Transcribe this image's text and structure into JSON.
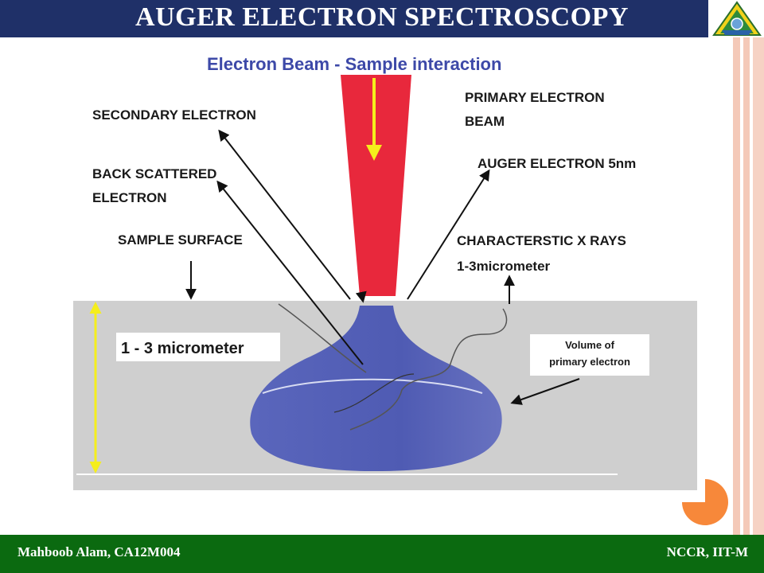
{
  "header": {
    "title": "AUGER  ELECTRON SPECTROSCOPY"
  },
  "diagram": {
    "heading": "Electron Beam - Sample interaction",
    "labels": {
      "secondary_electron": "SECONDARY ELECTRON",
      "back_scattered_1": "BACK SCATTERED",
      "back_scattered_2": "ELECTRON",
      "sample_surface": "SAMPLE SURFACE",
      "primary_beam_1": "PRIMARY ELECTRON",
      "primary_beam_2": "BEAM",
      "auger_electron": "AUGER ELECTRON 5nm",
      "xrays_1": "CHARACTERSTIC X RAYS",
      "xrays_2": "1-3micrometer",
      "depth": "1 - 3 micrometer",
      "volume_1": "Volume of",
      "volume_2": "primary electron"
    },
    "colors": {
      "beam": "#e8283c",
      "volume": "#5560b4",
      "sample": "#cfcfcf",
      "depth_arrow": "#f5ee1c",
      "heading": "#3d49a8"
    }
  },
  "footer": {
    "left": "Mahboob Alam,  CA12M004",
    "right": "NCCR, IIT-M"
  }
}
